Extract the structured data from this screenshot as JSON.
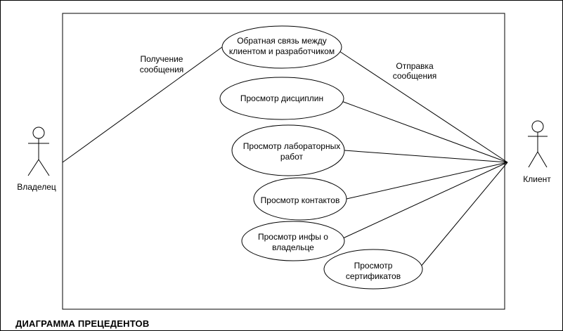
{
  "diagram": {
    "caption": "ДИАГРАММА ПРЕЦЕДЕНТОВ",
    "actors": {
      "owner": "Владелец",
      "client": "Клиент"
    },
    "use_cases": {
      "feedback": [
        "Обратная связь между",
        "клиентом и разработчиком"
      ],
      "disciplines": [
        "Просмотр дисциплин"
      ],
      "labs": [
        "Просмотр лабораторных",
        "работ"
      ],
      "contacts": [
        "Просмотр контактов"
      ],
      "owner_info": [
        "Просмотр инфы о",
        "владельце"
      ],
      "certificates": [
        "Просмотр",
        "сертификатов"
      ]
    },
    "relations": {
      "receive": [
        "Получение",
        "сообщения"
      ],
      "send": [
        "Отправка",
        "сообщения"
      ]
    }
  }
}
